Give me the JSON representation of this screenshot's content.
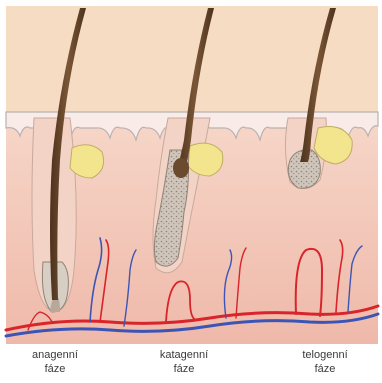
{
  "phases": [
    {
      "id": "anagen",
      "line1": "anagenní",
      "line2": "fáze"
    },
    {
      "id": "katagen",
      "line1": "katagenní",
      "line2": "fáze"
    },
    {
      "id": "telogen",
      "line1": "telogenní",
      "line2": "fáze"
    }
  ],
  "colors": {
    "background": "#f7dcc4",
    "epidermis": "#f9e6df",
    "dermis": "#f4c9bd",
    "hair_shaft": "#6b4a2e",
    "sebaceous_gland": "#f3e58e",
    "artery": "#d8242a",
    "vein": "#3c55b5",
    "follicle_cells": "#c9beb4"
  }
}
